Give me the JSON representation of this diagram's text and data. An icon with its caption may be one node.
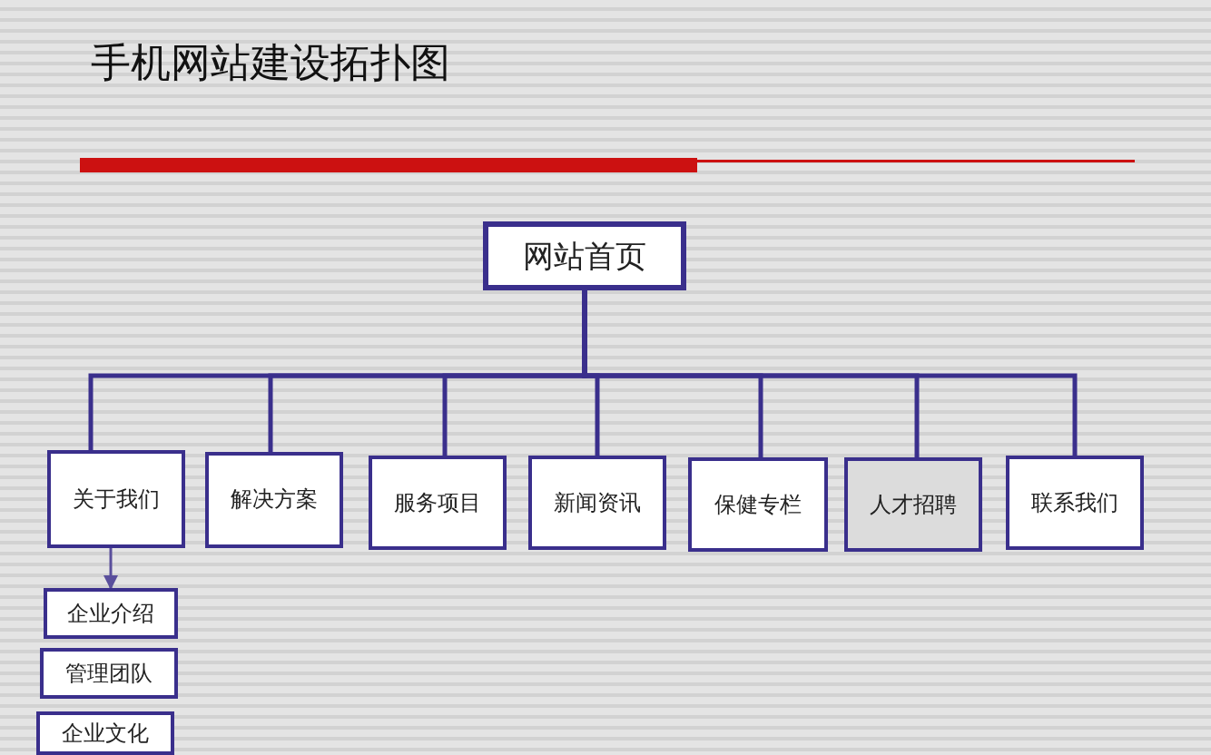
{
  "diagram": {
    "title": "手机网站建设拓扑图",
    "nodes": [
      {
        "text": [
          "网站首页"
        ]
      },
      {
        "text": [
          "关于我们"
        ]
      },
      {
        "text": [
          "解决方案"
        ]
      },
      {
        "text": [
          "服务项目"
        ]
      },
      {
        "text": [
          "新闻资讯"
        ]
      },
      {
        "text": [
          "保健专栏"
        ]
      },
      {
        "text": [
          "人才招聘"
        ]
      },
      {
        "text": [
          "联系我们"
        ]
      },
      {
        "text": [
          "企业介绍"
        ]
      },
      {
        "text": [
          "管理团队"
        ]
      },
      {
        "text": [
          "企业文化"
        ]
      }
    ],
    "edges": [
      {
        "from": 0,
        "to": 1,
        "arrow": "none"
      },
      {
        "from": 0,
        "to": 2,
        "arrow": "none"
      },
      {
        "from": 0,
        "to": 3,
        "arrow": "none"
      },
      {
        "from": 0,
        "to": 4,
        "arrow": "none"
      },
      {
        "from": 0,
        "to": 5,
        "arrow": "none"
      },
      {
        "from": 0,
        "to": 6,
        "arrow": "none"
      },
      {
        "from": 0,
        "to": 7,
        "arrow": "none"
      },
      {
        "from": 1,
        "to": 8,
        "arrow": "to"
      }
    ]
  }
}
